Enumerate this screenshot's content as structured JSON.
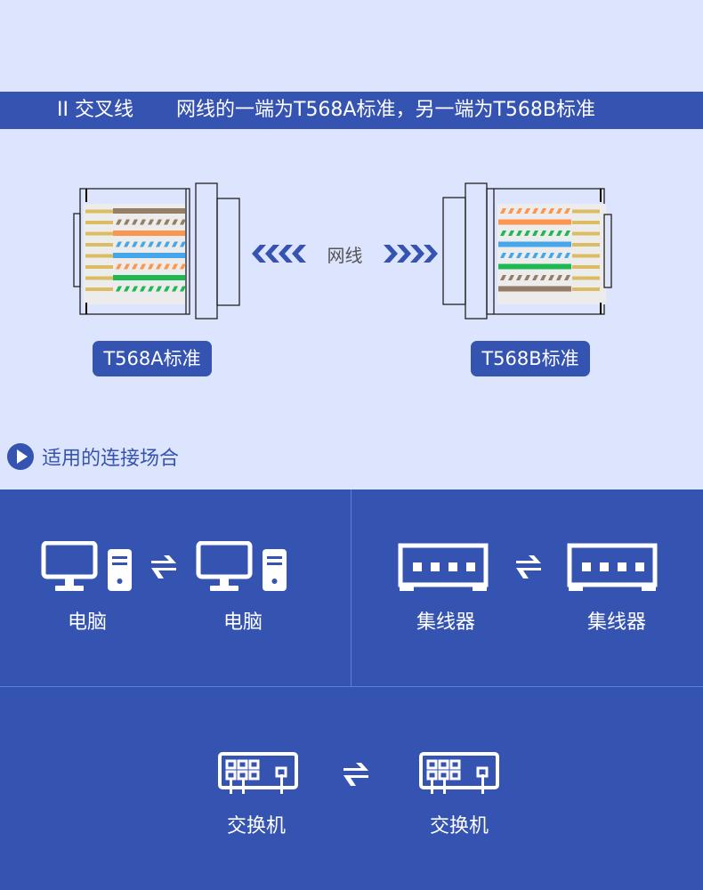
{
  "header": {
    "section_mark": "II",
    "section_name": "交叉线",
    "description": "网线的一端为T568A标准，另一端为T568B标准"
  },
  "diagram": {
    "middle_label": "网线",
    "left_arrows": "❮❮❮❮",
    "right_arrows": "❯❯❯❯",
    "left_connector": {
      "label": "T568A标准",
      "wires": [
        {
          "color": "#957d66",
          "striped": false
        },
        {
          "color": "#957d66",
          "striped": true
        },
        {
          "color": "#fa9650",
          "striped": false
        },
        {
          "color": "#45a7ea",
          "striped": true
        },
        {
          "color": "#45a7ea",
          "striped": false
        },
        {
          "color": "#fa9650",
          "striped": true
        },
        {
          "color": "#1fb853",
          "striped": false
        },
        {
          "color": "#1fb853",
          "striped": true
        }
      ]
    },
    "right_connector": {
      "label": "T568B标准",
      "wires": [
        {
          "color": "#fa9650",
          "striped": true
        },
        {
          "color": "#fa9650",
          "striped": false
        },
        {
          "color": "#1fb853",
          "striped": true
        },
        {
          "color": "#45a7ea",
          "striped": false
        },
        {
          "color": "#45a7ea",
          "striped": true
        },
        {
          "color": "#1fb853",
          "striped": false
        },
        {
          "color": "#957d66",
          "striped": true
        },
        {
          "color": "#957d66",
          "striped": false
        }
      ]
    },
    "pin_color": "#dcbc62"
  },
  "usage": {
    "title": "适用的连接场合",
    "pairs": [
      {
        "left": "电脑",
        "right": "电脑",
        "icon": "computer-icon"
      },
      {
        "left": "集线器",
        "right": "集线器",
        "icon": "hub-icon"
      },
      {
        "left": "交换机",
        "right": "交换机",
        "icon": "switch-icon"
      }
    ],
    "exchange_icon": "exchange-arrows-icon"
  },
  "colors": {
    "background": "#dde5fe",
    "accent": "#3553b0",
    "divider": "#5f7fdc"
  }
}
